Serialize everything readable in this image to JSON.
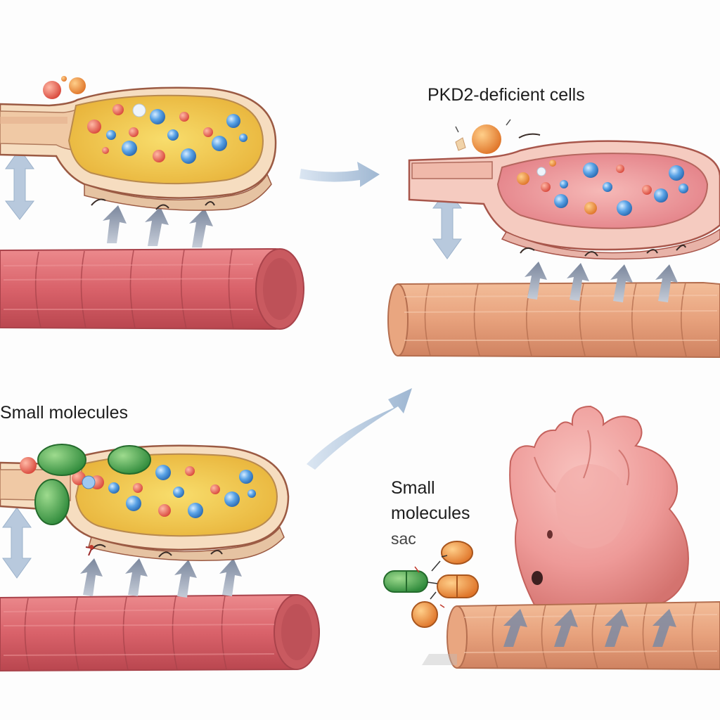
{
  "labels": {
    "pkd2_cells": "PKD2-deficient cells",
    "small_molecules_left": "Small molecules",
    "small_molecules_right_line1": "Small",
    "small_molecules_right_line2": "molecules",
    "sac": "sac"
  },
  "colors": {
    "vessel_wall": "#f6ddc0",
    "lumen_normal": "#f2c848",
    "lumen_deficient": "#ec8f95",
    "muscle_red": "#d9626a",
    "muscle_tan": "#e7a17c",
    "heart": "#ee9a98",
    "flow_arrow": "#8fa2bd",
    "drug_green": "#4aa04e",
    "drug_orange": "#e6843a"
  }
}
